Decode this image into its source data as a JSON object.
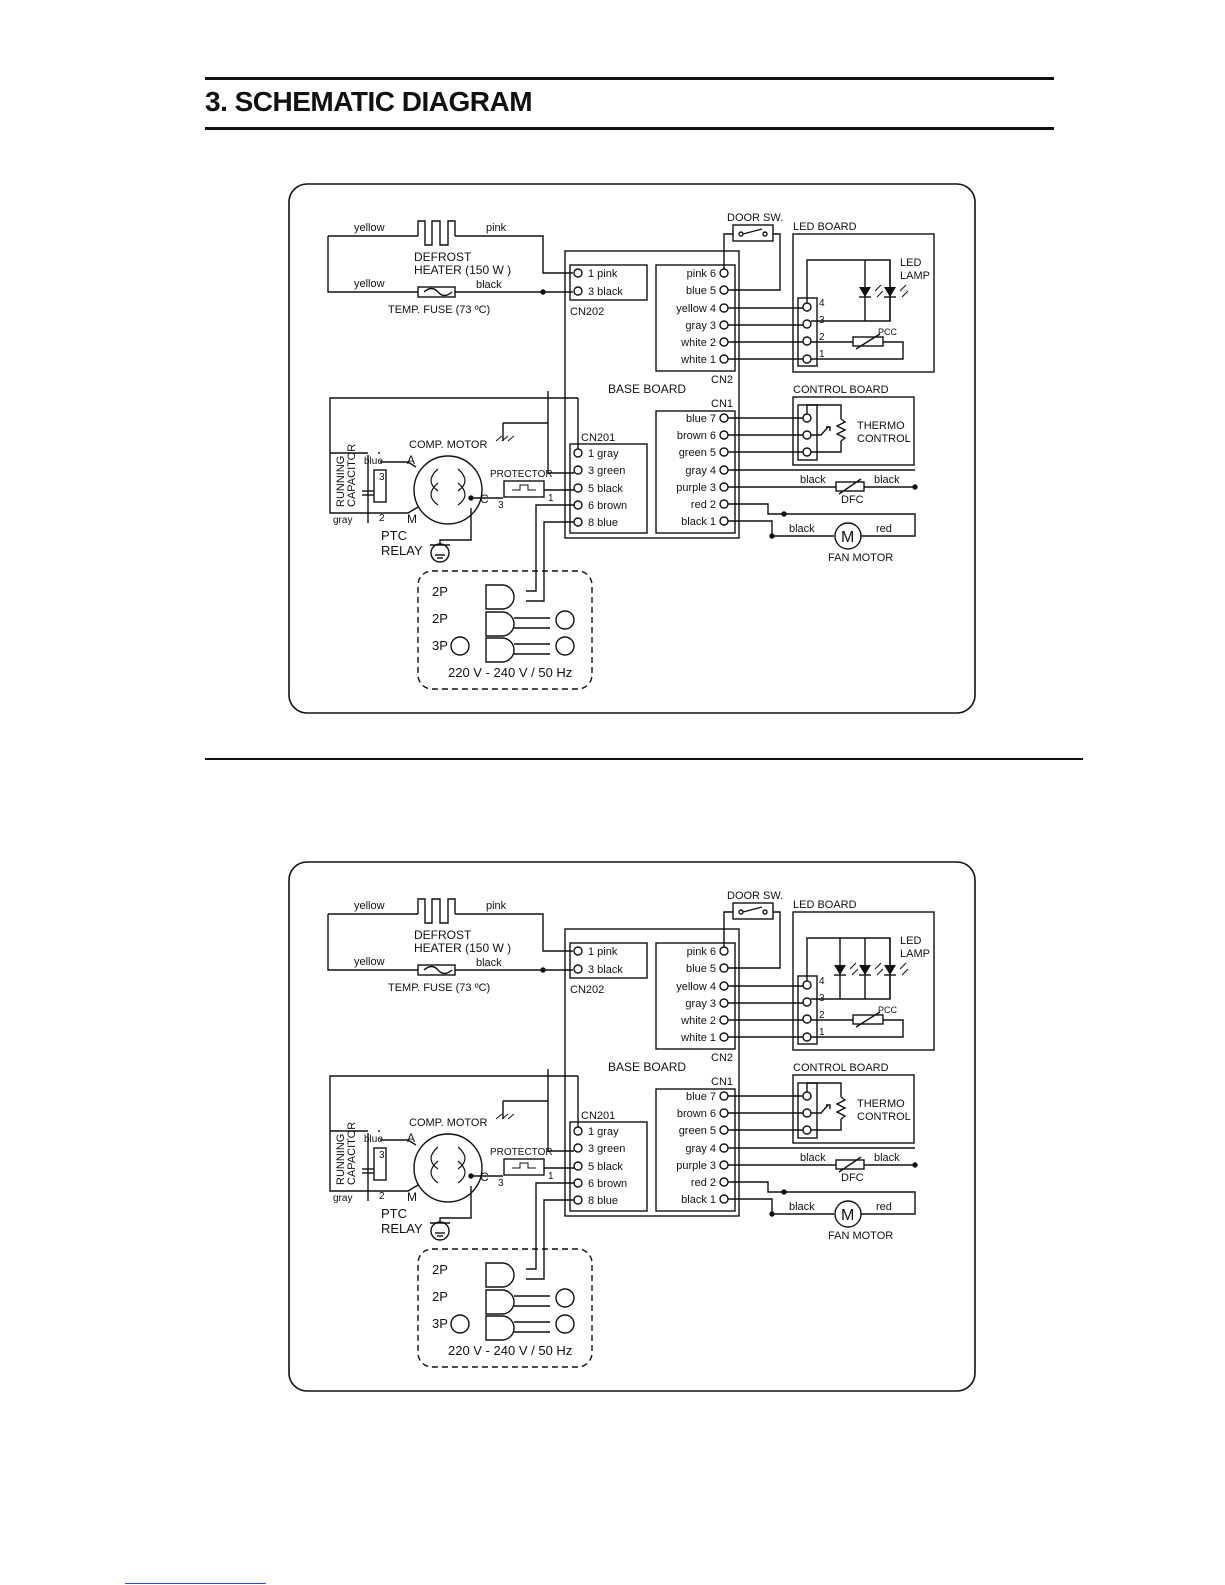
{
  "page": {
    "title": "3. SCHEMATIC DIAGRAM"
  },
  "schematic": {
    "wire_yellow": "yellow",
    "wire_pink": "pink",
    "wire_black": "black",
    "wire_blue": "blue",
    "wire_gray": "gray",
    "wire_red": "red",
    "defrost_line1": "DEFROST",
    "defrost_line2": "HEATER (150 W )",
    "temp_fuse": "TEMP. FUSE (73 ºC)",
    "door_sw": "DOOR SW.",
    "led_board": "LED BOARD",
    "led_lamp_1": "LED",
    "led_lamp_2": "LAMP",
    "pcc": "PCC",
    "cn202": "CN202",
    "cn2": "CN2",
    "cn1": "CN1",
    "cn201": "CN201",
    "base_board": "BASE BOARD",
    "control_board": "CONTROL BOARD",
    "thermo_1": "THERMO",
    "thermo_2": "CONTROL",
    "comp_motor": "COMP. MOTOR",
    "protector": "PROTECTOR",
    "running_1": "RUNNING",
    "running_2": "CAPACITOR",
    "ptc_1": "PTC",
    "ptc_2": "RELAY",
    "dfc": "DFC",
    "fan_motor": "FAN MOTOR",
    "motor_symbol": "M",
    "terminal_a": "A",
    "terminal_c": "C",
    "terminal_m": "M",
    "ptc_pin_3": "3",
    "ptc_pin_2": "2",
    "prot_pin_3": "3",
    "prot_pin_1": "1",
    "power_rating": "220 V - 240 V / 50 Hz",
    "plugs": [
      "2P",
      "2P",
      "3P"
    ],
    "cn202_pins": [
      "1  pink",
      "3  black"
    ],
    "cn201_pins": [
      "1  gray",
      "3  green",
      "5  black",
      "6  brown",
      "8  blue"
    ],
    "cn2_pins": [
      "pink 6",
      "blue 5",
      "yellow 4",
      "gray 3",
      "white 2",
      "white 1"
    ],
    "cn1_pins": [
      "blue 7",
      "brown 6",
      "green 5",
      "gray 4",
      "purple 3",
      "red 2",
      "black 1"
    ],
    "led_pins": [
      "4",
      "3",
      "2",
      "1"
    ]
  }
}
